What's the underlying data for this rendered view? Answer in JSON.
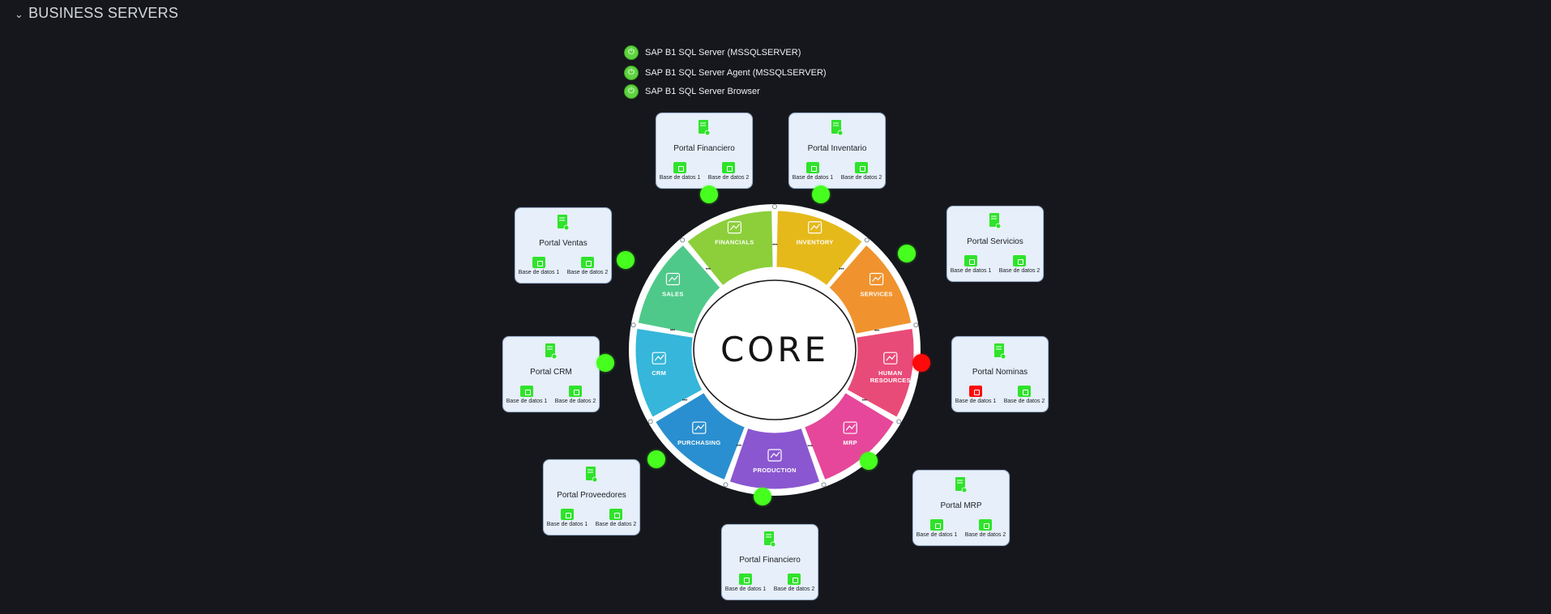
{
  "header": {
    "title": "BUSINESS SERVERS"
  },
  "services": [
    {
      "label": "SAP B1 SQL Server (MSSQLSERVER)",
      "status": "running"
    },
    {
      "label": "SAP B1 SQL Server Agent (MSSQLSERVER)",
      "status": "running"
    },
    {
      "label": "SAP B1 SQL Server Browser",
      "status": "running"
    }
  ],
  "core": {
    "label": "CORE"
  },
  "segments": [
    {
      "key": "financials",
      "label": [
        "FINANCIALS"
      ],
      "color": "#8ccf3a"
    },
    {
      "key": "inventory",
      "label": [
        "INVENTORY"
      ],
      "color": "#e6b91a"
    },
    {
      "key": "services",
      "label": [
        "SERVICES"
      ],
      "color": "#f0932e"
    },
    {
      "key": "human-resources",
      "label": [
        "HUMAN",
        "RESOURCES"
      ],
      "color": "#e94b78"
    },
    {
      "key": "mrp",
      "label": [
        "MRP"
      ],
      "color": "#e6479a"
    },
    {
      "key": "production",
      "label": [
        "PRODUCTION"
      ],
      "color": "#8a57d0"
    },
    {
      "key": "purchasing",
      "label": [
        "PURCHASING"
      ],
      "color": "#2a8fd0"
    },
    {
      "key": "crm",
      "label": [
        "CRM"
      ],
      "color": "#35b6da"
    },
    {
      "key": "sales",
      "label": [
        "SALES"
      ],
      "color": "#4fc98a"
    }
  ],
  "portals": [
    {
      "key": "financiero-top",
      "name": "Portal Financiero",
      "db1": "Base de datos 1",
      "db2": "Base de datos 2",
      "db1_status": "ok",
      "db2_status": "ok",
      "status": "ok"
    },
    {
      "key": "inventario",
      "name": "Portal Inventario",
      "db1": "Base de datos 1",
      "db2": "Base de datos 2",
      "db1_status": "ok",
      "db2_status": "ok",
      "status": "ok"
    },
    {
      "key": "servicios",
      "name": "Portal Servicios",
      "db1": "Base de datos 1",
      "db2": "Base de datos 2",
      "db1_status": "ok",
      "db2_status": "ok",
      "status": "ok"
    },
    {
      "key": "nominas",
      "name": "Portal Nominas",
      "db1": "Base de datos 1",
      "db2": "Base de datos 2",
      "db1_status": "error",
      "db2_status": "ok",
      "status": "error"
    },
    {
      "key": "mrp",
      "name": "Portal MRP",
      "db1": "Base de datos 1",
      "db2": "Base de datos 2",
      "db1_status": "ok",
      "db2_status": "ok",
      "status": "ok"
    },
    {
      "key": "financiero-bottom",
      "name": "Portal Financiero",
      "db1": "Base de datos 1",
      "db2": "Base de datos 2",
      "db1_status": "ok",
      "db2_status": "ok",
      "status": "ok"
    },
    {
      "key": "proveedores",
      "name": "Portal Proveedores",
      "db1": "Base de datos 1",
      "db2": "Base de datos 2",
      "db1_status": "ok",
      "db2_status": "ok",
      "status": "ok"
    },
    {
      "key": "crm",
      "name": "Portal CRM",
      "db1": "Base de datos 1",
      "db2": "Base de datos 2",
      "db1_status": "ok",
      "db2_status": "ok",
      "status": "ok"
    },
    {
      "key": "ventas",
      "name": "Portal Ventas",
      "db1": "Base de datos 1",
      "db2": "Base de datos 2",
      "db1_status": "ok",
      "db2_status": "ok",
      "status": "ok"
    }
  ],
  "colors": {
    "ok": "#46ff1e",
    "error": "#ff0a0a",
    "background": "#15171c",
    "portal_bg": "#e6effa"
  }
}
